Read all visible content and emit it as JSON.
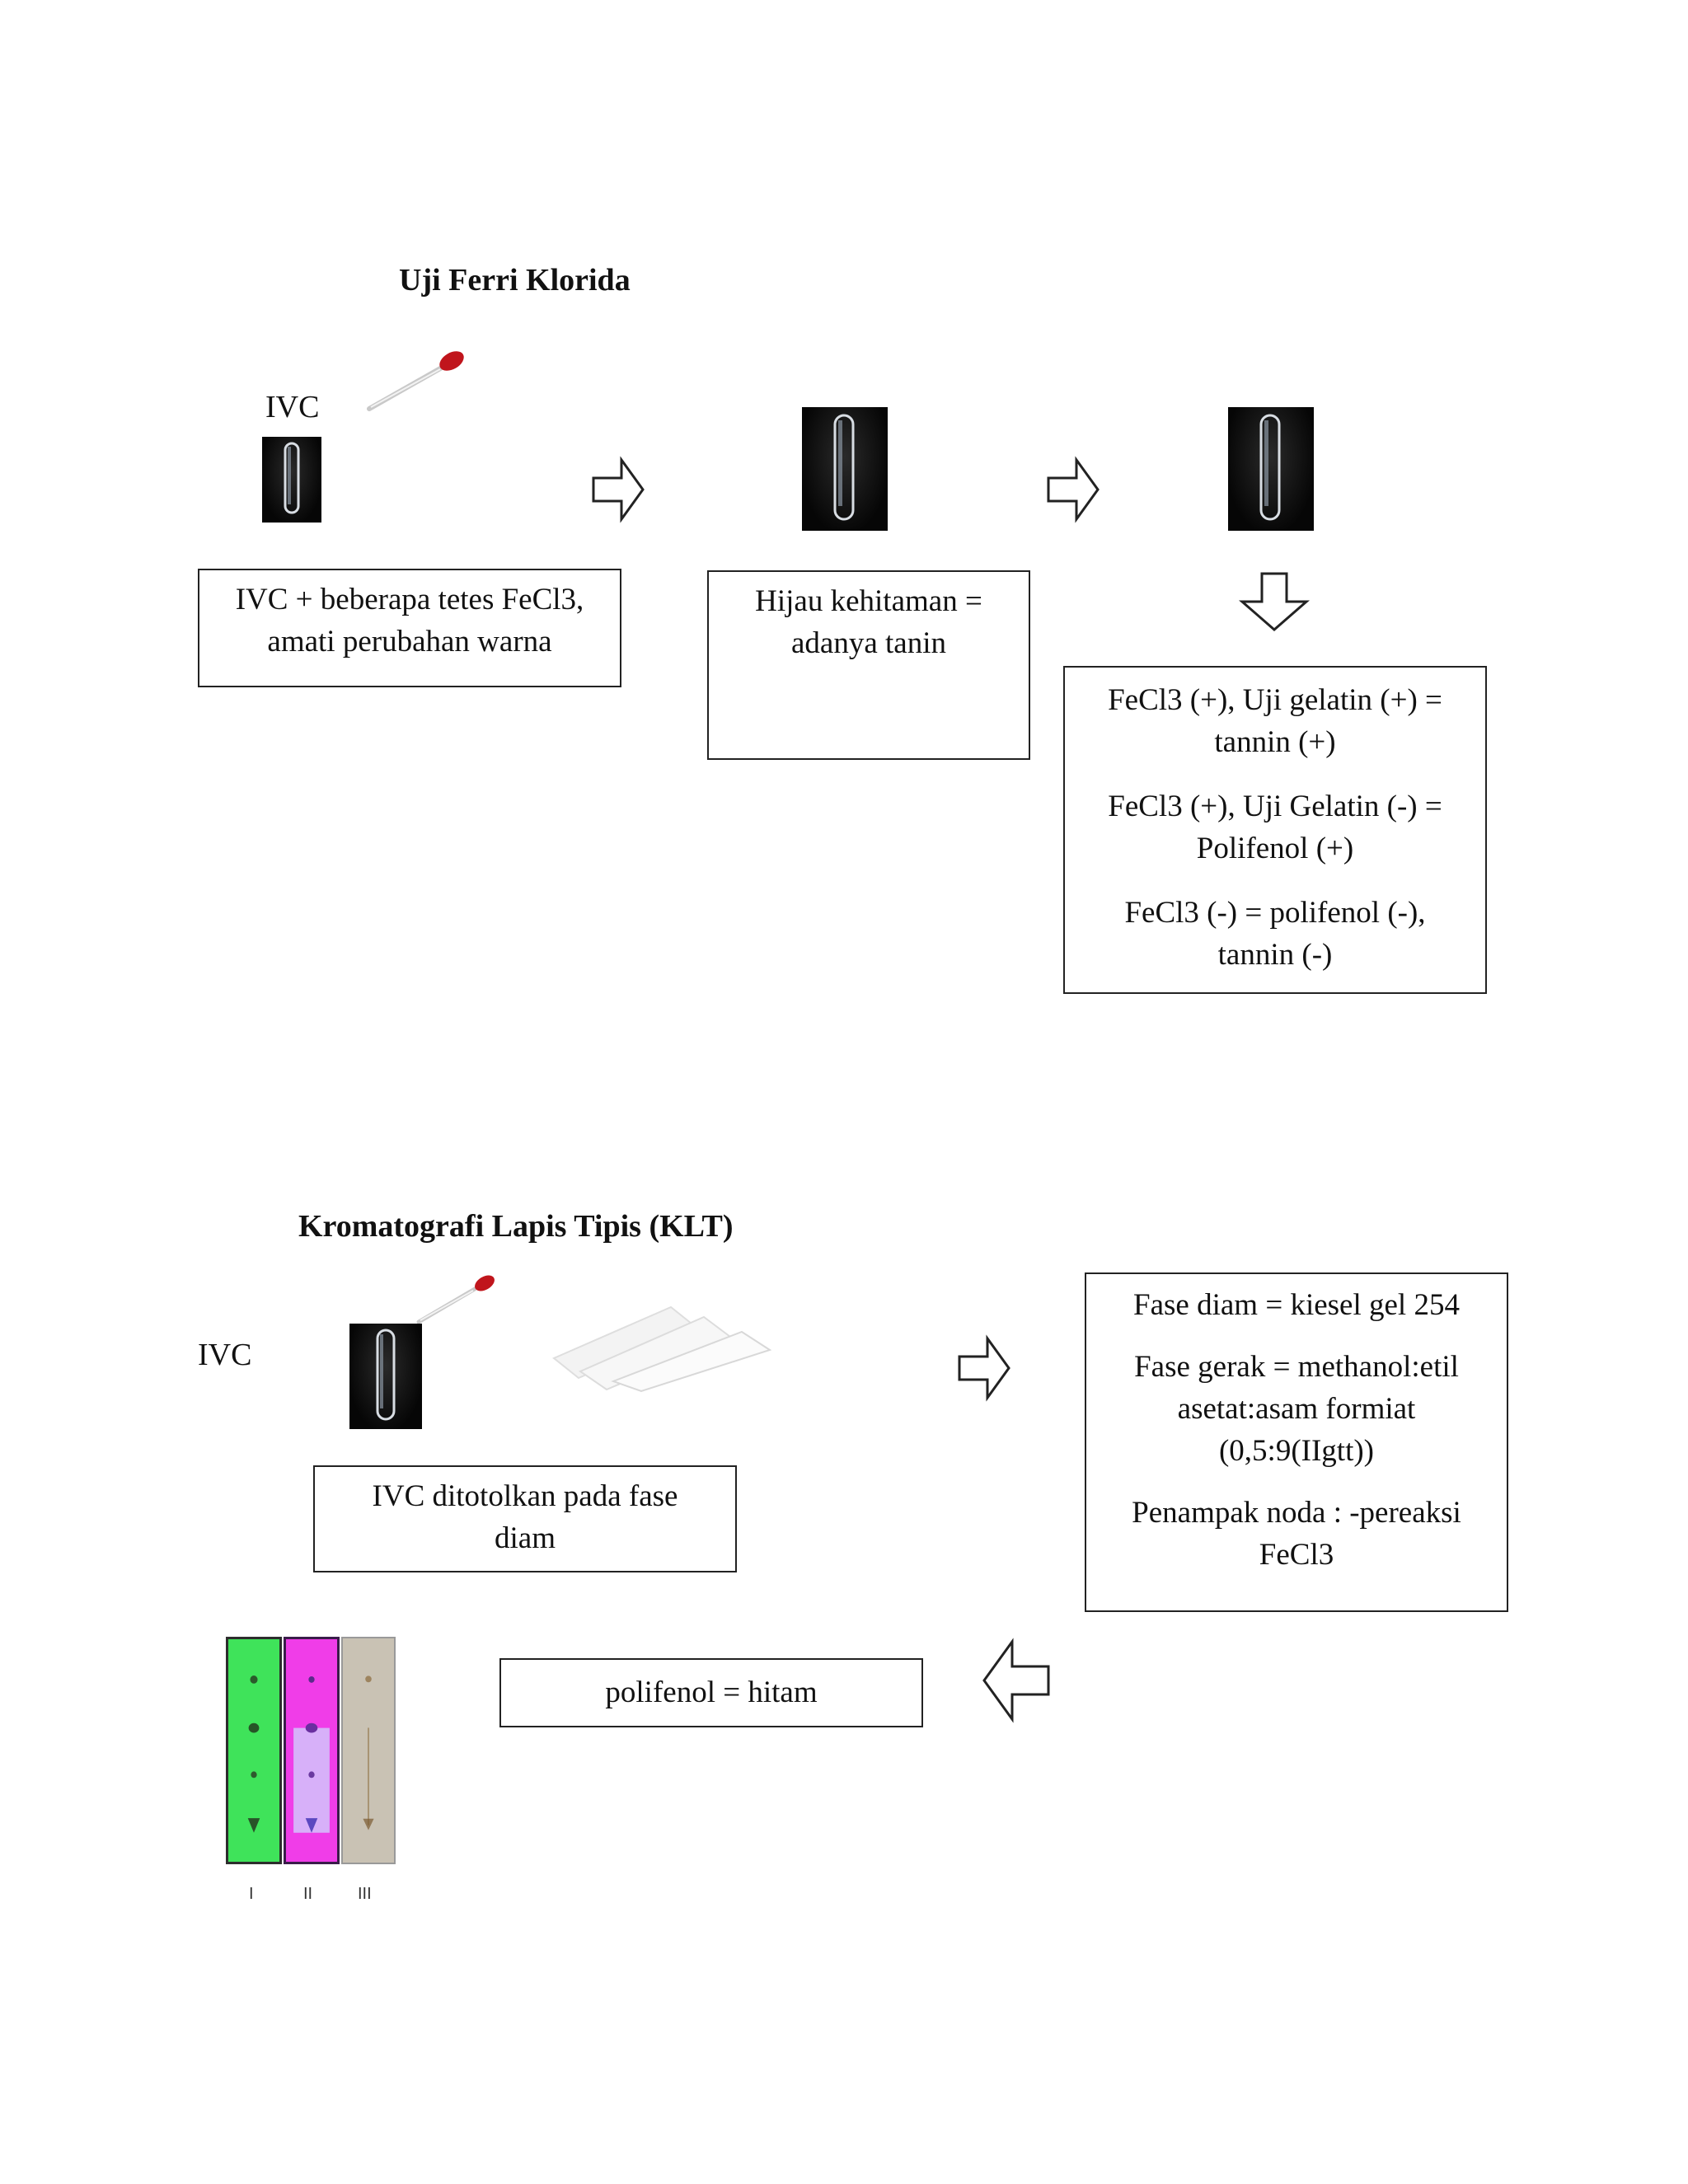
{
  "ferri": {
    "title": "Uji Ferri Klorida",
    "ivc_label": "IVC",
    "box_step1": [
      "IVC + beberapa tetes FeCl3,",
      "amati perubahan warna"
    ],
    "box_step2": [
      "Hijau kehitaman =",
      "adanya tanin"
    ],
    "box_result": [
      "FeCl3 (+), Uji gelatin (+) =",
      "tannin (+)",
      "FeCl3 (+), Uji Gelatin (-) =",
      "Polifenol (+)",
      "FeCl3 (-) = polifenol (-),",
      "tannin (-)"
    ]
  },
  "klt": {
    "title": "Kromatografi Lapis Tipis (KLT)",
    "ivc_label": "IVC",
    "box_spot": [
      "IVC ditotolkan pada fase",
      "diam"
    ],
    "box_conditions": [
      "Fase diam = kiesel gel 254",
      "Fase gerak = methanol:etil",
      "asetat:asam formiat",
      "(0,5:9(IIgtt))",
      "Penampak noda : -pereaksi",
      "FeCl3"
    ],
    "box_result": "polifenol = hitam",
    "tlc_lanes": [
      {
        "label": "I",
        "color": "#3fe35a"
      },
      {
        "label": "II",
        "color": "#f03de8"
      },
      {
        "label": "III",
        "color": "#c9c2b4"
      }
    ]
  }
}
